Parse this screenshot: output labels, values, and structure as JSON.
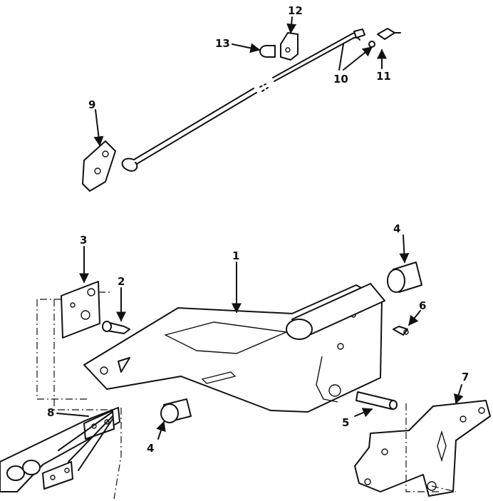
{
  "callouts": [
    {
      "id": "c1",
      "label": "1"
    },
    {
      "id": "c2",
      "label": "2"
    },
    {
      "id": "c3",
      "label": "3"
    },
    {
      "id": "c4a",
      "label": "4"
    },
    {
      "id": "c4b",
      "label": "4"
    },
    {
      "id": "c5",
      "label": "5"
    },
    {
      "id": "c6",
      "label": "6"
    },
    {
      "id": "c7",
      "label": "7"
    },
    {
      "id": "c8",
      "label": "8"
    },
    {
      "id": "c9",
      "label": "9"
    },
    {
      "id": "c10",
      "label": "10"
    },
    {
      "id": "c11",
      "label": "11"
    },
    {
      "id": "c12",
      "label": "12"
    },
    {
      "id": "c13",
      "label": "13"
    }
  ]
}
